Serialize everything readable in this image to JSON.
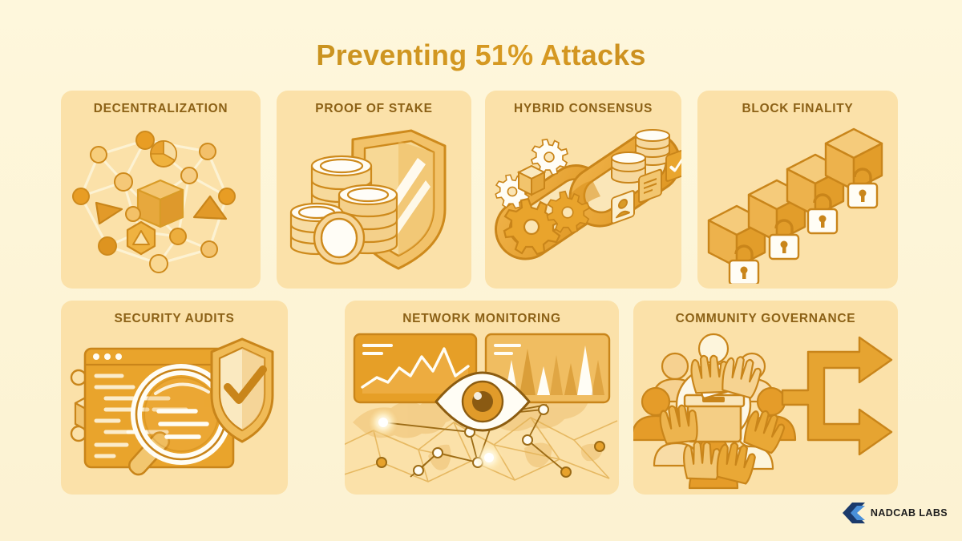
{
  "title": "Preventing 51% Attacks",
  "cards": [
    {
      "id": "decentralization",
      "label": "DECENTRALIZATION",
      "icon": "network-graph-icon"
    },
    {
      "id": "proof-of-stake",
      "label": "PROOF OF STAKE",
      "icon": "coins-shield-icon"
    },
    {
      "id": "hybrid-consensus",
      "label": "HYBRID CONSENSUS",
      "icon": "chain-links-gears-icon"
    },
    {
      "id": "block-finality",
      "label": "BLOCK FINALITY",
      "icon": "locked-blocks-chain-icon"
    },
    {
      "id": "security-audits",
      "label": "SECURITY AUDITS",
      "icon": "magnifier-code-shield-icon"
    },
    {
      "id": "network-monitoring",
      "label": "NETWORK MONITORING",
      "icon": "eye-dashboard-world-map-icon"
    },
    {
      "id": "community-governance",
      "label": "COMMUNITY GOVERNANCE",
      "icon": "voting-people-fork-arrow-icon"
    }
  ],
  "logo": {
    "text": "NADCAB LABS",
    "mark": "chevron-logo-icon"
  },
  "colors": {
    "background": "#FDF5D8",
    "card_background": "#FBE1A9",
    "title_text": "#B5811C",
    "card_title_text": "#8C6116",
    "accent_orange": "#E09A20",
    "accent_dark_orange": "#C87D12",
    "accent_light": "#F6D99A",
    "logo_blue_dark": "#1B3A6B",
    "logo_blue_light": "#4A90D9"
  }
}
